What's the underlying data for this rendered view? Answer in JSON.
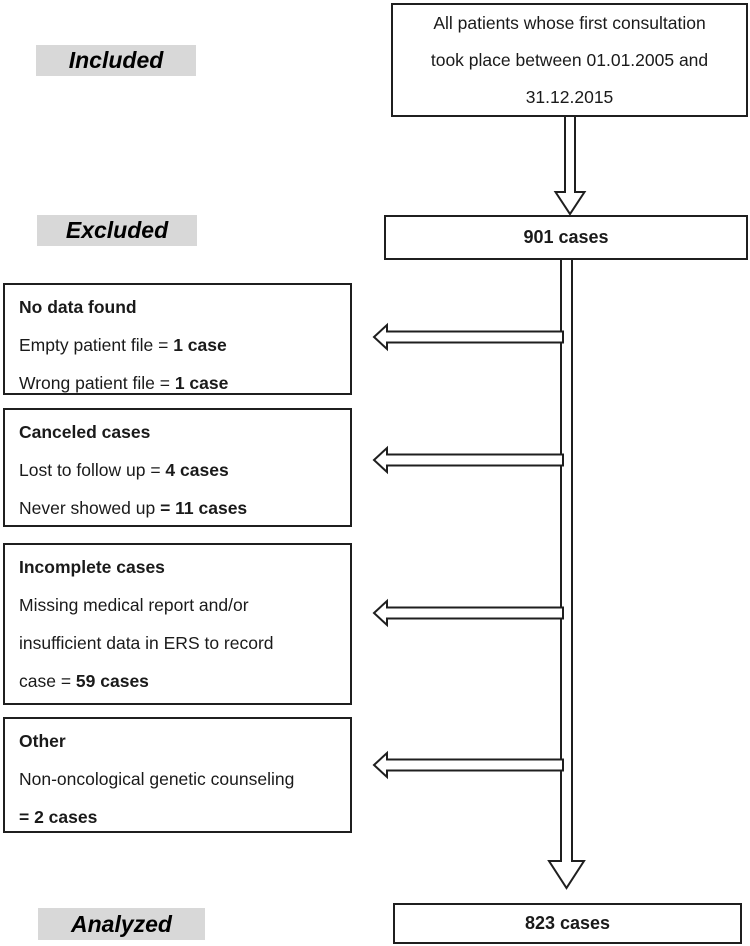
{
  "colors": {
    "background": "#ffffff",
    "label_background": "#d8d8d8",
    "line_stroke": "#1f1f1f",
    "text": "#1a1a1a"
  },
  "icons": {
    "down_arrow_top": "hollow-down-arrow",
    "down_arrow_main": "hollow-down-arrow",
    "left_arrow": "hollow-left-arrow"
  },
  "stage_labels": {
    "included": "Included",
    "excluded": "Excluded",
    "analyzed": "Analyzed"
  },
  "top_box": {
    "line1": "All patients whose first consultation",
    "line2": "took place between 01.01.2005 and",
    "line3": "31.12.2015"
  },
  "excluded_count_box": {
    "label": "901 cases"
  },
  "analyzed_count_box": {
    "label": "823 cases"
  },
  "exclusion_boxes": {
    "no_data_found": {
      "title": "No data found",
      "line1_pre": "Empty patient file = ",
      "line1_bold": "1 case",
      "line2_pre": "Wrong patient file = ",
      "line2_bold": "1 case"
    },
    "canceled_cases": {
      "title": "Canceled cases",
      "line1_pre": "Lost to follow up = ",
      "line1_bold": "4 cases",
      "line2_pre": "Never showed up ",
      "line2_bold": "= 11 cases"
    },
    "incomplete_cases": {
      "title": "Incomplete cases",
      "line1_pre": "Missing medical report and/or",
      "line2_pre": "insufficient data in ERS to record",
      "line3_pre": "case = ",
      "line3_bold": "59 cases"
    },
    "other": {
      "title": "Other",
      "line1_pre": "Non-oncological genetic counseling",
      "line2_bold": "= 2 cases"
    }
  }
}
